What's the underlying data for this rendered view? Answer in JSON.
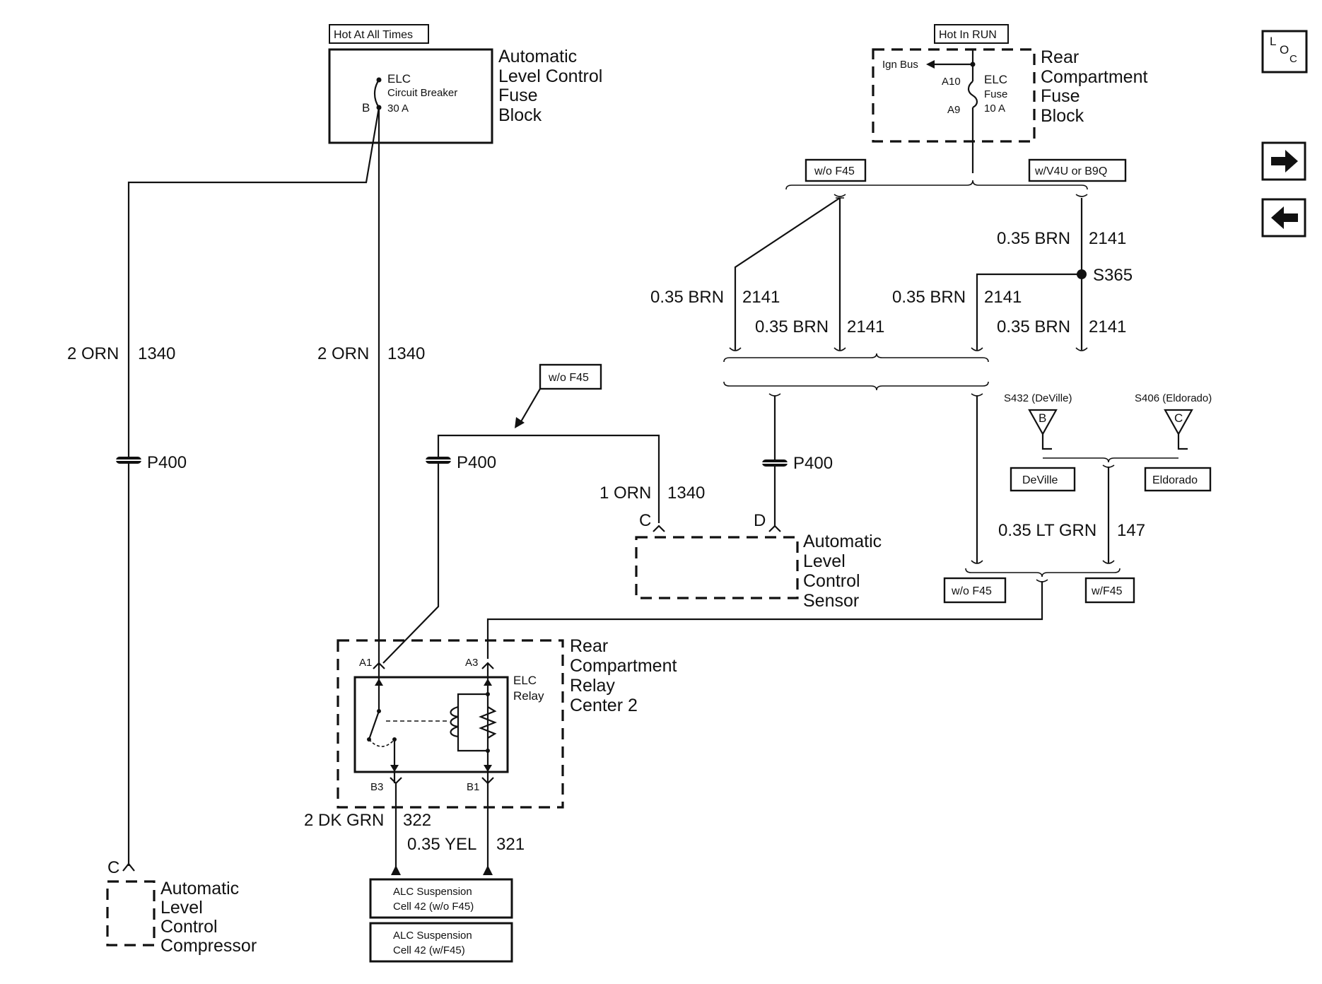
{
  "top_labels": {
    "hot_at_all_times": "Hot At All Times",
    "hot_in_run": "Hot In RUN"
  },
  "elc_fuse_block": {
    "title_line1": "Automatic",
    "title_line2": "Level Control",
    "title_line3": "Fuse",
    "title_line4": "Block",
    "breaker_line1": "ELC",
    "breaker_line2": "Circuit Breaker",
    "breaker_line3": "30 A",
    "terminal_b": "B"
  },
  "rear_fuse_block": {
    "title_line1": "Rear",
    "title_line2": "Compartment",
    "title_line3": "Fuse",
    "title_line4": "Block",
    "ign_bus": "Ign Bus",
    "a10": "A10",
    "a9": "A9",
    "fuse_line1": "ELC",
    "fuse_line2": "Fuse",
    "fuse_line3": "10 A"
  },
  "option_tags": {
    "wo_f45_top": "w/o F45",
    "w_v4u_b9q": "w/V4U or B9Q",
    "wo_f45_mid": "w/o F45",
    "wo_f45_bottom": "w/o F45",
    "w_f45_bottom": "w/F45",
    "deville": "DeVille",
    "eldorado": "Eldorado"
  },
  "splices": {
    "s432": "S432 (DeVille)",
    "s406": "S406 (Eldorado)",
    "s432_letter": "B",
    "s406_letter": "C",
    "s365": "S365"
  },
  "wires": {
    "left_color": "2 ORN",
    "left_circuit": "1340",
    "mid_color": "2 ORN",
    "mid_circuit": "1340",
    "brn_a_color": "0.35 BRN",
    "brn_a_circuit": "2141",
    "brn_b_color": "0.35 BRN",
    "brn_b_circuit": "2141",
    "brn_c_color": "0.35 BRN",
    "brn_c_circuit": "2141",
    "brn_d_color": "0.35 BRN",
    "brn_d_circuit": "2141",
    "brn_e_color": "0.35 BRN",
    "brn_e_circuit": "2141",
    "orn1_color": "1 ORN",
    "orn1_circuit": "1340",
    "ltgrn_color": "0.35 LT GRN",
    "ltgrn_circuit": "147",
    "dkgrn_color": "2 DK GRN",
    "dkgrn_circuit": "322",
    "yel_color": "0.35 YEL",
    "yel_circuit": "321"
  },
  "connectors": {
    "p400_a": "P400",
    "p400_b": "P400",
    "p400_c": "P400",
    "pin_c_sensor": "C",
    "pin_d_sensor": "D",
    "pin_c_compressor": "C",
    "a1": "A1",
    "a3": "A3",
    "b3": "B3",
    "b1": "B1"
  },
  "components": {
    "sensor_line1": "Automatic",
    "sensor_line2": "Level",
    "sensor_line3": "Control",
    "sensor_line4": "Sensor",
    "compressor_line1": "Automatic",
    "compressor_line2": "Level",
    "compressor_line3": "Control",
    "compressor_line4": "Compressor",
    "relay_center_line1": "Rear",
    "relay_center_line2": "Compartment",
    "relay_center_line3": "Relay",
    "relay_center_line4": "Center 2",
    "relay_label_line1": "ELC",
    "relay_label_line2": "Relay",
    "cell_wo_line1": "ALC Suspension",
    "cell_wo_line2": "Cell 42 (w/o F45)",
    "cell_w_line1": "ALC Suspension",
    "cell_w_line2": "Cell 42 (w/F45)"
  },
  "nav": {
    "loc_l": "L",
    "loc_o": "O",
    "loc_c": "C",
    "next_icon": "right-arrow-icon",
    "prev_icon": "left-arrow-icon"
  }
}
